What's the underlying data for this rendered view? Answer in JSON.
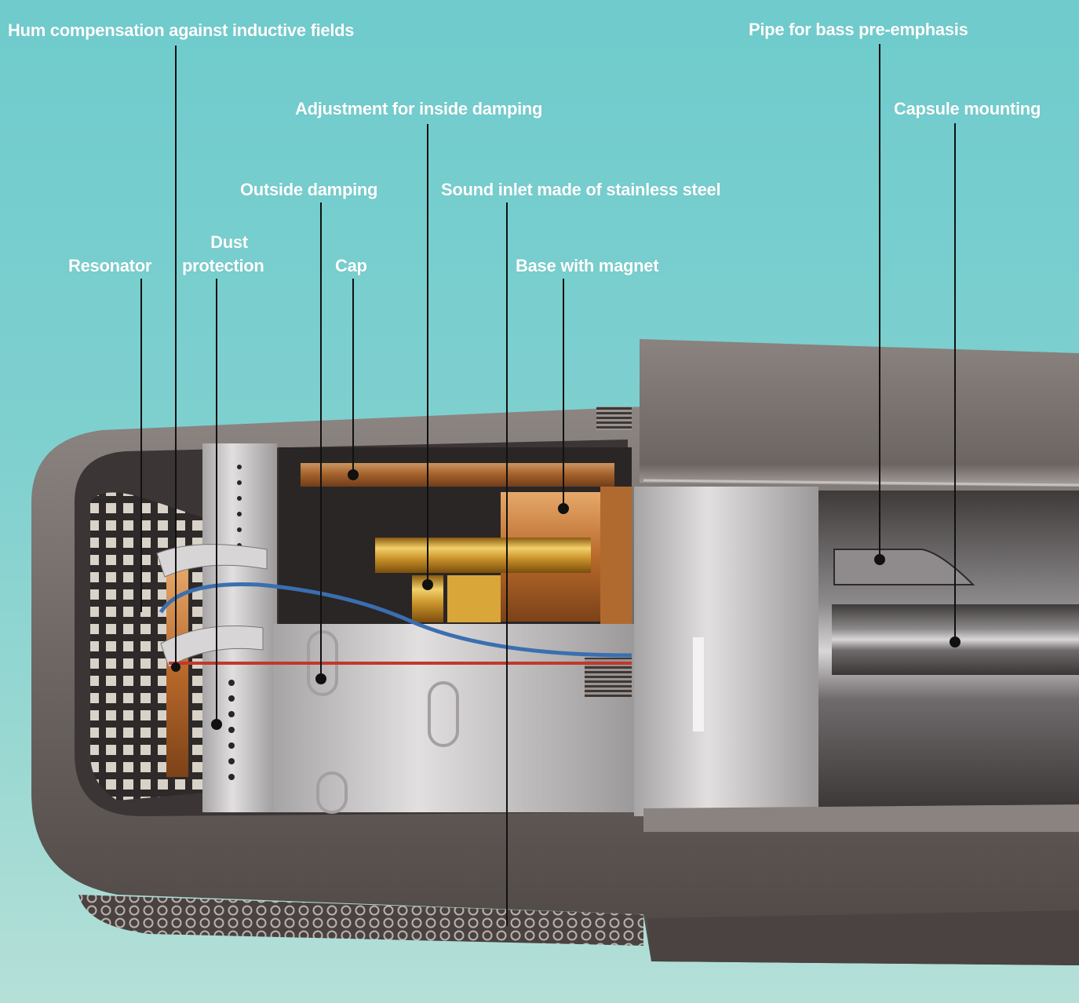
{
  "labels": {
    "hum": "Hum compensation against inductive fields",
    "pipe": "Pipe for bass pre-emphasis",
    "adjustment": "Adjustment for inside damping",
    "capsule": "Capsule mounting",
    "outside_damping": "Outside damping",
    "sound_inlet": "Sound inlet made of stainless steel",
    "dust_line1": "Dust",
    "dust_line2": "protection",
    "resonator": "Resonator",
    "cap": "Cap",
    "base": "Base with magnet"
  },
  "colors": {
    "background": "#7fd0cf",
    "housing": "#7a7270",
    "housing_dark": "#4f4845",
    "brass": "#d7a63c",
    "copper": "#c57a3e",
    "blue_wire": "#3a6fb0",
    "red_wire": "#c0392b",
    "leader": "#111111"
  }
}
